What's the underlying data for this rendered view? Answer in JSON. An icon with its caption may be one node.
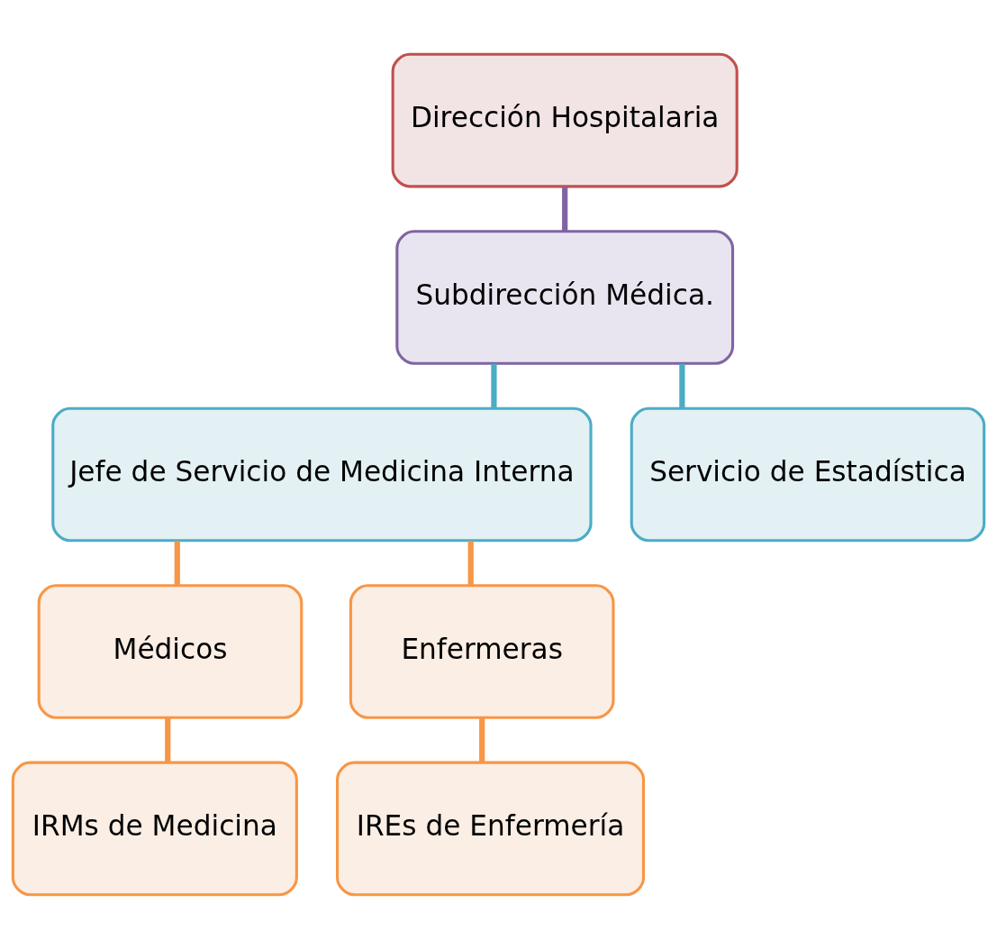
{
  "diagram": {
    "nodes": [
      {
        "text": [
          "Dirección Hospitalaria"
        ]
      },
      {
        "text": [
          "Subdirección Médica."
        ]
      },
      {
        "text": [
          "Jefe de Servicio de Medicina Interna"
        ]
      },
      {
        "text": [
          "Servicio de Estadística"
        ]
      },
      {
        "text": [
          "Médicos"
        ]
      },
      {
        "text": [
          "Enfermeras"
        ]
      },
      {
        "text": [
          "IRMs de Medicina"
        ]
      },
      {
        "text": [
          "IREs de Enfermería"
        ]
      }
    ],
    "edges": [
      {
        "from": 0,
        "to": 1,
        "arrow": "none",
        "color": "#8064a2"
      },
      {
        "from": 1,
        "to": 2,
        "arrow": "none",
        "color": "#4bacc6"
      },
      {
        "from": 1,
        "to": 3,
        "arrow": "none",
        "color": "#4bacc6"
      },
      {
        "from": 2,
        "to": 4,
        "arrow": "none"
      },
      {
        "from": 2,
        "to": 5,
        "arrow": "none"
      },
      {
        "from": 4,
        "to": 6,
        "arrow": "none"
      },
      {
        "from": 5,
        "to": 7,
        "arrow": "none"
      }
    ]
  }
}
